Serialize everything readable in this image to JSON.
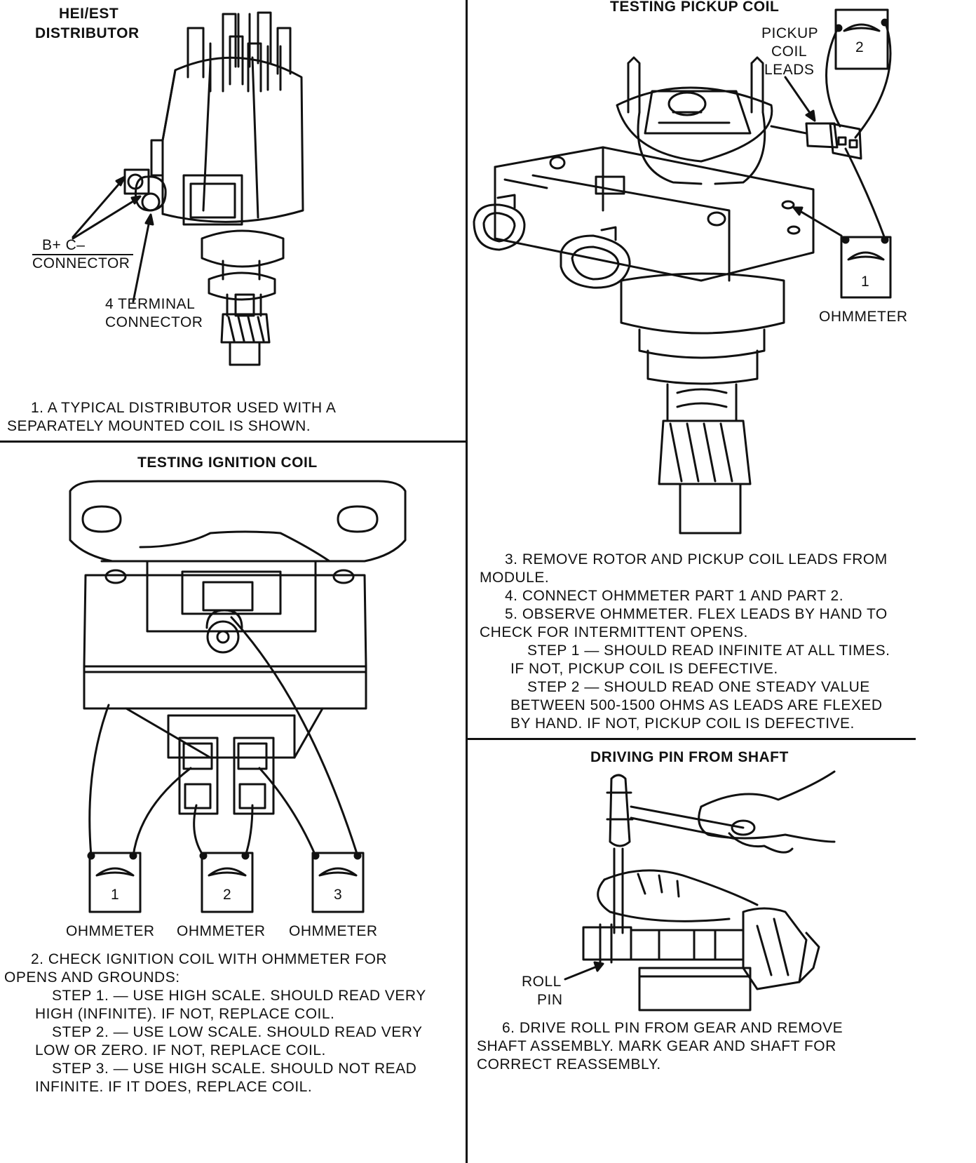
{
  "panel1": {
    "title_line1": "HEI/EST",
    "title_line2": "DISTRIBUTOR",
    "label_bc": "B+ C–",
    "label_connector": "CONNECTOR",
    "label_4term_1": "4 TERMINAL",
    "label_4term_2": "CONNECTOR",
    "caption_1": "1. A TYPICAL DISTRIBUTOR USED WITH A",
    "caption_2": "SEPARATELY MOUNTED COIL IS SHOWN."
  },
  "panel2": {
    "title": "TESTING IGNITION COIL",
    "meters": [
      {
        "number": "1",
        "label": "OHMMETER"
      },
      {
        "number": "2",
        "label": "OHMMETER"
      },
      {
        "number": "3",
        "label": "OHMMETER"
      }
    ],
    "caption_lines": [
      "2. CHECK IGNITION COIL WITH OHMMETER FOR",
      "OPENS AND GROUNDS:",
      "STEP 1. — USE HIGH SCALE. SHOULD READ VERY",
      "HIGH (INFINITE). IF NOT, REPLACE COIL.",
      "STEP 2. — USE LOW SCALE. SHOULD READ VERY",
      "LOW OR ZERO. IF NOT, REPLACE COIL.",
      "STEP 3. — USE HIGH SCALE. SHOULD NOT READ",
      "INFINITE. IF IT DOES, REPLACE COIL."
    ]
  },
  "panel3": {
    "title": "TESTING PICKUP COIL",
    "leads_line1": "PICKUP",
    "leads_line2": "COIL",
    "leads_line3": "LEADS",
    "meter1_number": "1",
    "meter2_number": "2",
    "meter_label": "OHMMETER",
    "caption_lines": [
      "3. REMOVE ROTOR AND PICKUP COIL LEADS FROM",
      "MODULE.",
      "4. CONNECT OHMMETER PART 1 AND PART 2.",
      "5. OBSERVE OHMMETER. FLEX LEADS BY HAND TO",
      "CHECK FOR INTERMITTENT OPENS.",
      "STEP 1 — SHOULD READ INFINITE AT ALL TIMES.",
      "IF NOT, PICKUP COIL IS DEFECTIVE.",
      "STEP 2 — SHOULD READ ONE STEADY VALUE",
      "BETWEEN 500-1500 OHMS AS LEADS ARE FLEXED",
      "BY HAND. IF NOT, PICKUP COIL IS DEFECTIVE."
    ]
  },
  "panel4": {
    "title": "DRIVING PIN FROM SHAFT",
    "roll_line1": "ROLL",
    "roll_line2": "PIN",
    "caption_lines": [
      "6. DRIVE ROLL PIN FROM GEAR AND REMOVE",
      "SHAFT ASSEMBLY. MARK GEAR AND SHAFT FOR",
      "CORRECT REASSEMBLY."
    ]
  }
}
